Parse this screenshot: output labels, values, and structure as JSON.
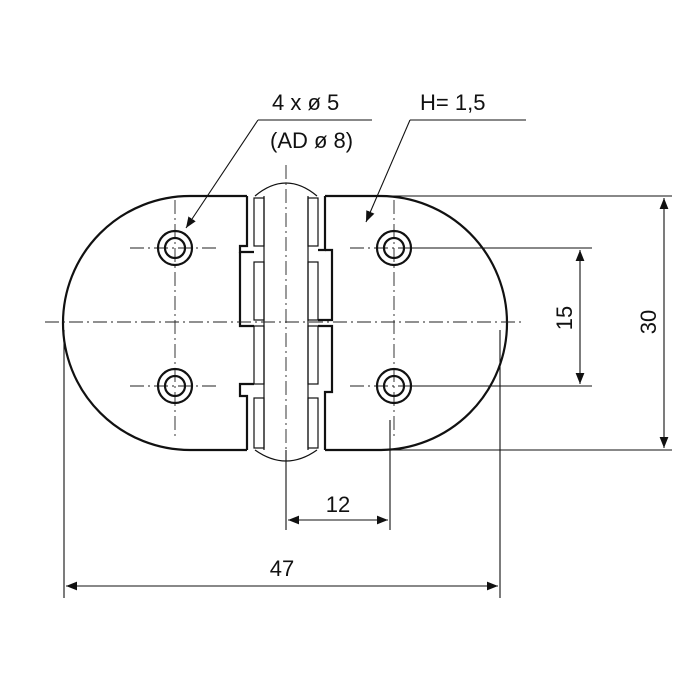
{
  "labels": {
    "hole_count": "4 x ø 5",
    "hole_outer": "(AD ø 8)",
    "thickness": "H= 1,5",
    "dim_width": "47",
    "dim_center_distance": "12",
    "dim_hole_spacing": "15",
    "dim_height": "30"
  }
}
